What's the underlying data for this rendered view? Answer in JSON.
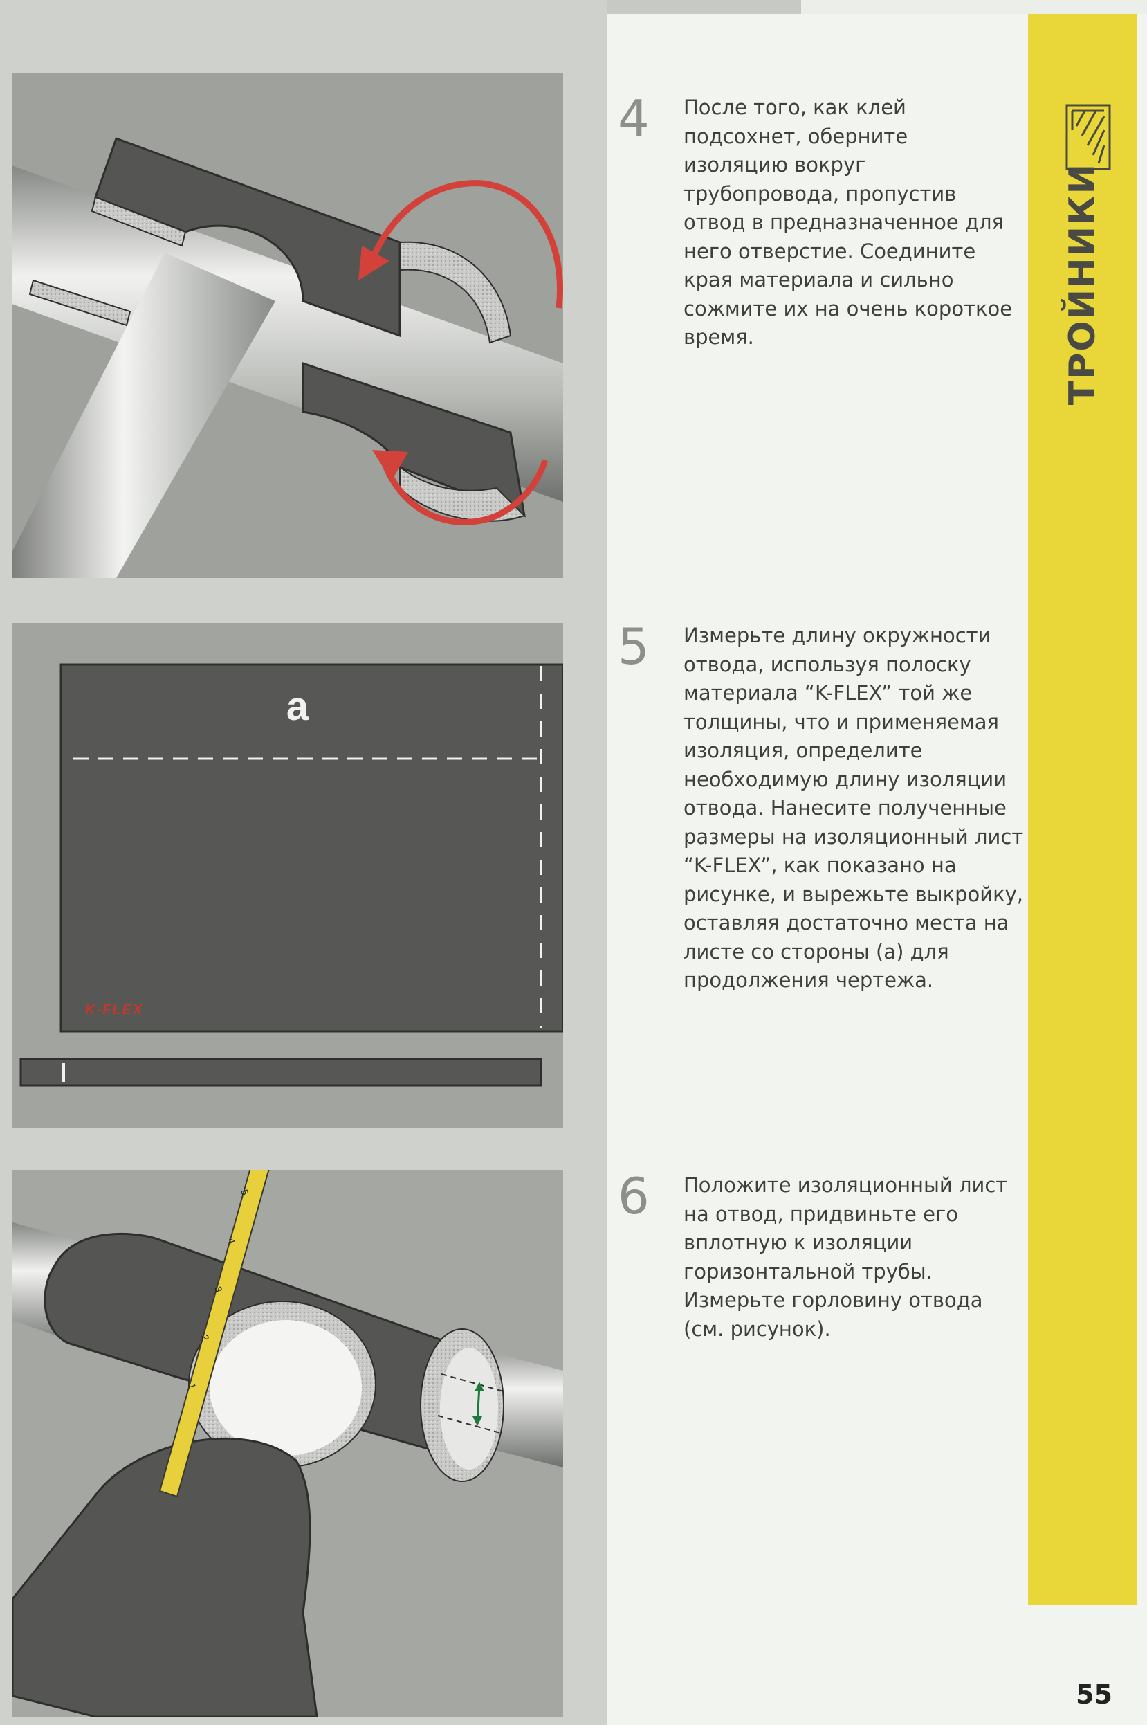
{
  "steps": [
    {
      "number": "4",
      "text": "После того, как клей\nподсохнет, оберните\nизоляцию вокруг\nтрубопровода, пропустив\nотвод в предназначенное для\nнего отверстие. Соедините\nкрая материала и сильно\nсожмите их на очень короткое\nвремя."
    },
    {
      "number": "5",
      "text": "Измерьте длину окружности\nотвода, используя полоску\nматериала “K-FLEX” той же\nтолщины, что и применяемая\nизоляция, определите\nнеобходимую длину изоляции\nотвода. Нанесите полученные\nразмеры на изоляционный лист\n“K-FLEX”, как показано на\nрисунке, и вырежьте выкройку,\nоставляя достаточно места на\nлисте со стороны (a) для\nпродолжения чертежа."
    },
    {
      "number": "6",
      "text": "Положите изоляционный лист\nна отвод, придвиньте его\nвплотную к изоляции\nгоризонтальной  трубы.\nИзмерьте горловину отвода\n(см. рисунок)."
    }
  ],
  "illustrations": {
    "sheet_label": "a",
    "brand_label": "K-FLEX",
    "tape_ticks": [
      "1",
      "2",
      "3",
      "4",
      "5"
    ]
  },
  "side_tab": {
    "title": "ТРОЙНИКИ",
    "icon": "tee-fitting-icon"
  },
  "page_number": "55",
  "colors": {
    "tab_yellow": "#e9d739",
    "arrow_red": "#d2423a",
    "insulation_dark": "#555653",
    "brand_red": "#c0392b"
  }
}
